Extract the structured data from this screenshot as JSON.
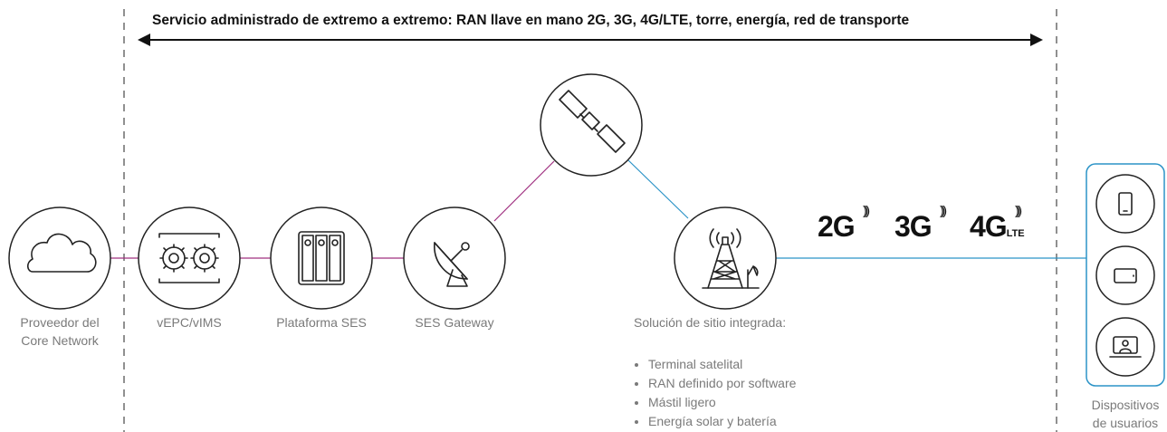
{
  "title": "Servicio administrado de extremo a extremo: RAN llave en mano 2G, 3G, 4G/LTE, torre, energía, red de transporte",
  "nodes": {
    "core_network": "Proveedor del\nCore Network",
    "vepc": "vEPC/vIMS",
    "platform": "Plataforma SES",
    "gateway": "SES Gateway",
    "site": "Solución de sitio integrada:",
    "devices": "Dispositivos\nde usuarios"
  },
  "site_features": [
    "Terminal satelital",
    "RAN definido por software",
    "Mástil ligero",
    "Energía solar y batería"
  ],
  "technologies": {
    "g2": "2G",
    "g3": "3G",
    "g4": "4G",
    "lte": "LTE"
  },
  "colors": {
    "core_link": "#a0307f",
    "access_link": "#2b93c7",
    "device_panel": "#2b93c7"
  }
}
